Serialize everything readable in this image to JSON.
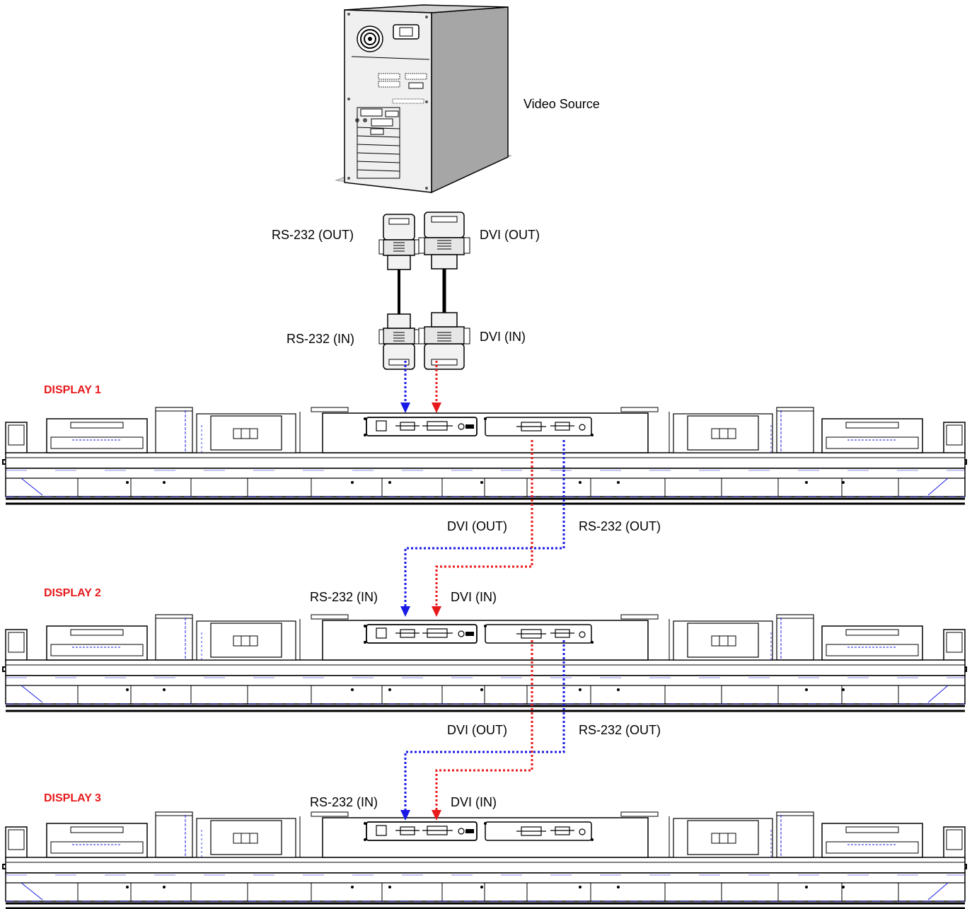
{
  "source": {
    "label": "Video Source"
  },
  "cable": {
    "rs232_out": "RS-232 (OUT)",
    "dvi_out": "DVI (OUT)",
    "rs232_in": "RS-232 (IN)",
    "dvi_in": "DVI (IN)"
  },
  "displays": [
    {
      "label": "DISPLAY 1"
    },
    {
      "label": "DISPLAY 2",
      "rs232_in": "RS-232 (IN)",
      "dvi_in": "DVI (IN)"
    },
    {
      "label": "DISPLAY 3",
      "rs232_in": "RS-232 (IN)",
      "dvi_in": "DVI (IN)"
    }
  ],
  "links": [
    {
      "dvi_out": "DVI (OUT)",
      "rs232_out": "RS-232 (OUT)"
    },
    {
      "dvi_out": "DVI (OUT)",
      "rs232_out": "RS-232 (OUT)"
    }
  ],
  "colors": {
    "display_label": "#e8191b",
    "rs232_line": "#1a1ae6",
    "dvi_line": "#e8191b"
  },
  "icons": [
    "computer-tower-icon",
    "rs232-connector-icon",
    "dvi-connector-icon",
    "display-panel-icon"
  ]
}
